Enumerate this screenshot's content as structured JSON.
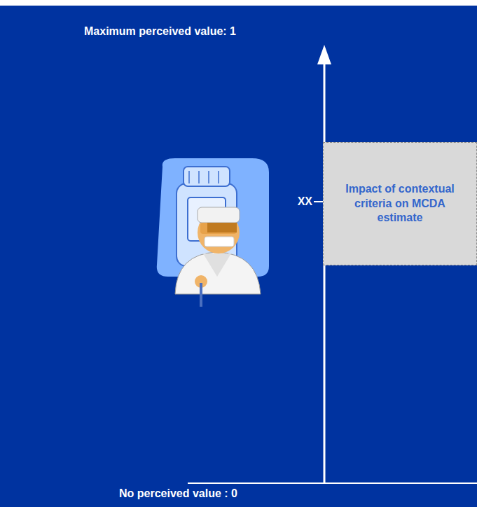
{
  "diagram": {
    "nodes": [
      {
        "text": [
          "Impact of contextual criteria on MCDA estimate"
        ]
      }
    ],
    "labels": [
      "Maximum perceived value: 1",
      "XX",
      "No perceived value : 0"
    ]
  }
}
